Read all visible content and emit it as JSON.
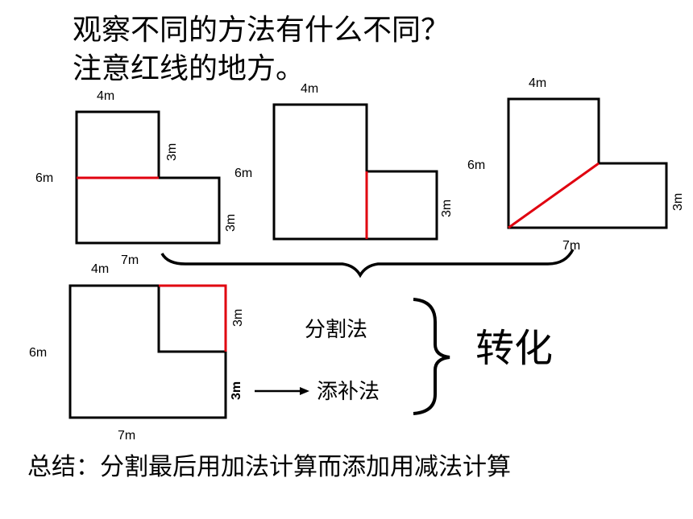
{
  "title_line1": "观察不同的方法有什么不同？",
  "title_line2": "注意红线的地方。",
  "fig1": {
    "top": "4m",
    "left": "6m",
    "right_upper": "3m",
    "right_lower": "3m",
    "bottom": "7m"
  },
  "fig2": {
    "top": "4m",
    "left": "6m",
    "right_lower": "3m"
  },
  "fig3": {
    "top": "4m",
    "left": "6m",
    "right_lower": "3m",
    "bottom": "7m"
  },
  "fig4": {
    "top": "4m",
    "left": "6m",
    "right_upper": "3m",
    "right_lower": "3m",
    "bottom": "7m"
  },
  "methods": {
    "split": "分割法",
    "fill": "添补法",
    "transform": "转化"
  },
  "summary": "总结：分割最后用加法计算而添加用减法计算",
  "colors": {
    "line": "#000000",
    "highlight": "#e0000f"
  }
}
